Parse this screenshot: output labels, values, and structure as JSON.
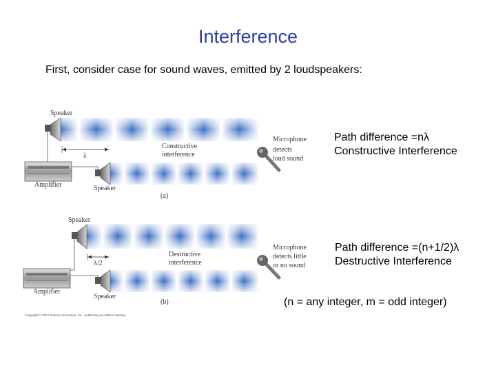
{
  "title": "Interference",
  "subtitle": "First, consider case for sound waves, emitted by 2 loudspeakers:",
  "notes": {
    "constructive_line1": "Path difference =nλ",
    "constructive_line2": "Constructive Interference",
    "destructive_line1": "Path difference =(n+1/2)λ",
    "destructive_line2": "Destructive Interference",
    "integers": "(n = any integer, m = odd integer)"
  },
  "figure": {
    "panel_a": {
      "speaker_top": "Speaker",
      "speaker_bottom": "Speaker",
      "amplifier": "Amplifier",
      "spacing": "λ",
      "interference_1": "Constructive",
      "interference_2": "interference",
      "mic_1": "Microphone",
      "mic_2": "detects",
      "mic_3": "loud sound",
      "tag": "(a)"
    },
    "panel_b": {
      "speaker_top": "Speaker",
      "speaker_bottom": "Speaker",
      "amplifier": "Amplifier",
      "spacing": "λ/2",
      "interference_1": "Destructive",
      "interference_2": "interference",
      "mic_1": "Microphone",
      "mic_2": "detects little",
      "mic_3": "or no sound",
      "tag": "(b)"
    },
    "copyright": "Copyright © 2004 Pearson Education, Inc., publishing as Addison Wesley."
  }
}
